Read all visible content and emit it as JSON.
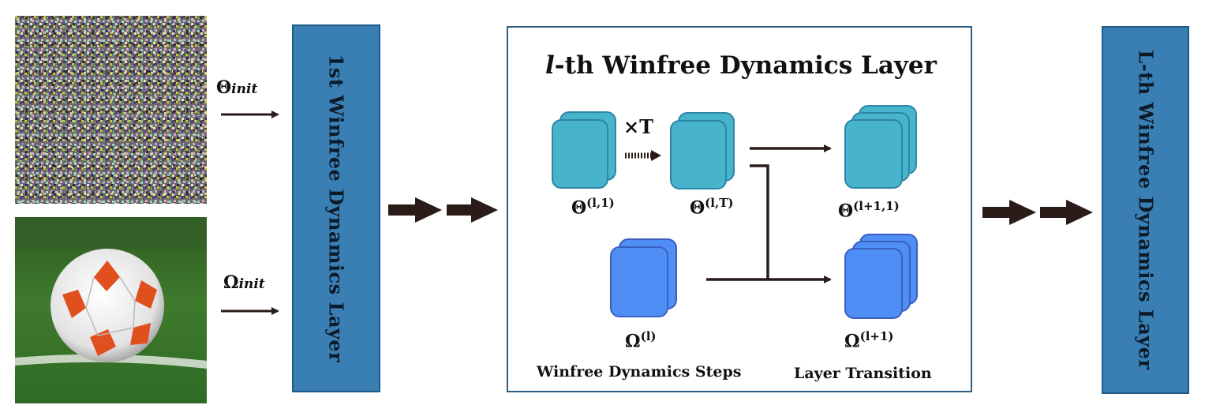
{
  "inputs": {
    "theta_label": "Θ",
    "theta_sub": "init",
    "omega_label": "Ω",
    "omega_sub": "init"
  },
  "first_layer": {
    "label": "1st Winfree Dynamics Layer"
  },
  "last_layer": {
    "label": "L-th Winfree Dynamics Layer"
  },
  "panel": {
    "title_var": "l",
    "title_rest": "-th Winfree Dynamics Layer",
    "repeat_label": "×T",
    "theta_l1": {
      "base": "Θ",
      "sup": "(l,1)"
    },
    "theta_lT": {
      "base": "Θ",
      "sup": "(l,T)"
    },
    "theta_next": {
      "base": "Θ",
      "sup": "(l+1,1)"
    },
    "omega_l": {
      "base": "Ω",
      "sup": "(l)"
    },
    "omega_next": {
      "base": "Ω",
      "sup": "(l+1)"
    },
    "caption_steps": "Winfree Dynamics Steps",
    "caption_transition": "Layer Transition"
  },
  "colors": {
    "layer_block": "#3a7fb4",
    "theta_stack": "#48b3cc",
    "omega_stack": "#4f8ff5",
    "arrow": "#2a1c18"
  }
}
